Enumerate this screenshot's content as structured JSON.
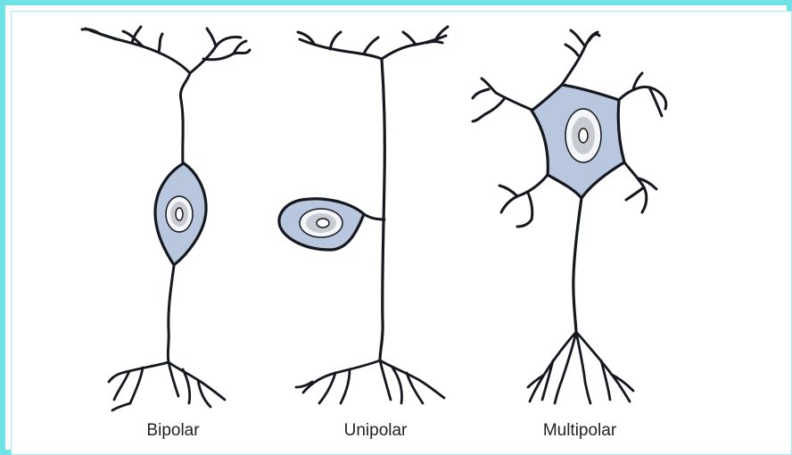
{
  "neurons": {
    "bipolar": {
      "label": "Bipolar"
    },
    "unipolar": {
      "label": "Unipolar"
    },
    "multipolar": {
      "label": "Multipolar"
    }
  },
  "colors": {
    "frame": "#6fe3e6",
    "stroke": "#15181e",
    "cytoplasm": "#b8c6de",
    "nucleus_ring": "#f4f6fa",
    "nucleus": "#c8ccd2",
    "nucleolus": "#ffffff"
  }
}
